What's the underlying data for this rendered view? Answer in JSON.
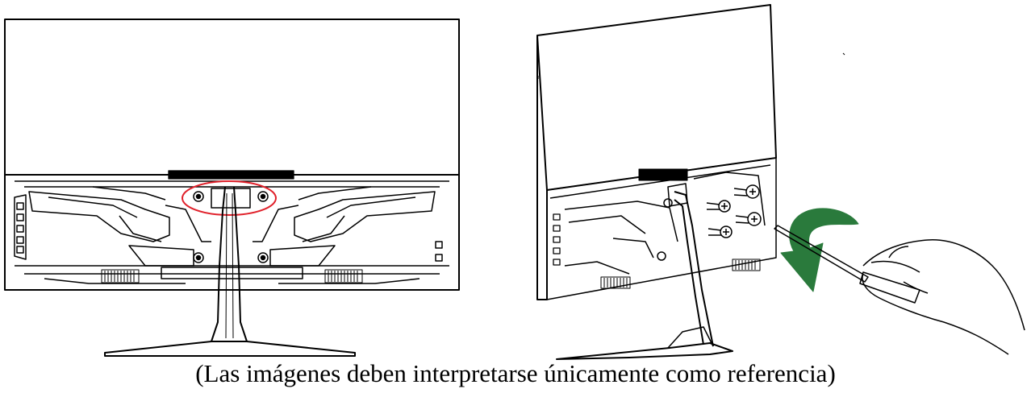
{
  "caption": "(Las imágenes deben interpretarse únicamente como referencia)",
  "colors": {
    "line": "#000000",
    "highlight": "#e0202a",
    "arrow": "#2a7a3c"
  },
  "figures": [
    {
      "name": "monitor-rear-view",
      "icon": "monitor-back-icon"
    },
    {
      "name": "monitor-side-view-screwdriver",
      "icon": "screwdriver-icon"
    }
  ]
}
